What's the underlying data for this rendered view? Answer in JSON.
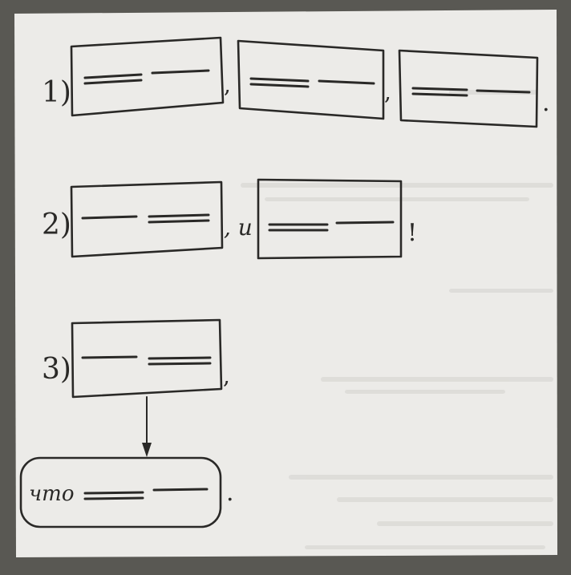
{
  "colors": {
    "frame": "#595853",
    "paper": "#ecebe8",
    "ink": "#2a2927",
    "bleed": "#c6c4bf"
  },
  "rows": [
    {
      "label": "1)",
      "connectors": [
        ",",
        ","
      ],
      "end": "."
    },
    {
      "label": "2)",
      "connectors": [
        ", и"
      ],
      "end": "!"
    },
    {
      "label": "3)",
      "connectors": [],
      "end": ","
    }
  ],
  "clause": {
    "word": "что",
    "end": "."
  }
}
